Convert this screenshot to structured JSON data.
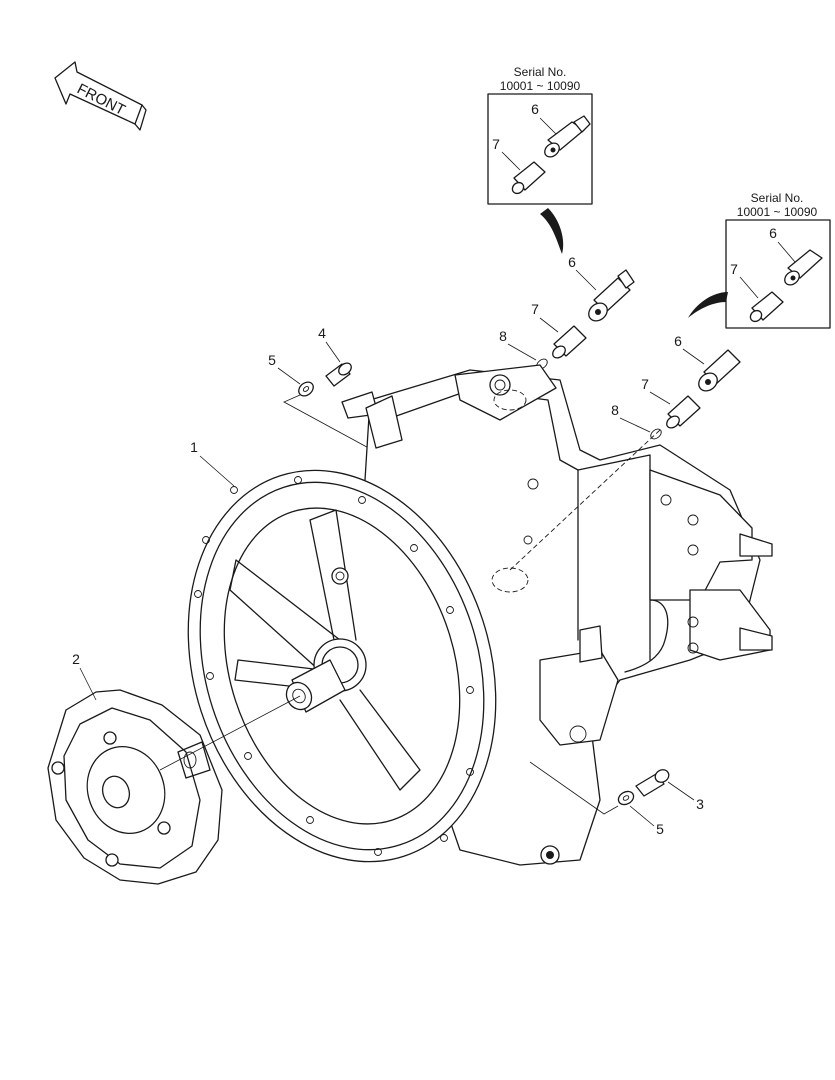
{
  "front_arrow": {
    "text": "FRONT"
  },
  "insets": [
    {
      "serial_title": "Serial No.",
      "serial_range": "10001 ~ 10090",
      "callouts": [
        "6",
        "7"
      ]
    },
    {
      "serial_title": "Serial No.",
      "serial_range": "10001 ~ 10090",
      "callouts": [
        "6",
        "7"
      ]
    }
  ],
  "callouts": [
    {
      "number": "1",
      "part": "flywheel-housing"
    },
    {
      "number": "2",
      "part": "coupling"
    },
    {
      "number": "3",
      "part": "bolt"
    },
    {
      "number": "4",
      "part": "bolt"
    },
    {
      "number": "5",
      "part": "washer"
    },
    {
      "number": "5",
      "part": "washer"
    },
    {
      "number": "6",
      "part": "pressure-sensor"
    },
    {
      "number": "6",
      "part": "pressure-sensor"
    },
    {
      "number": "7",
      "part": "adapter"
    },
    {
      "number": "7",
      "part": "adapter"
    },
    {
      "number": "8",
      "part": "o-ring"
    },
    {
      "number": "8",
      "part": "o-ring"
    }
  ]
}
